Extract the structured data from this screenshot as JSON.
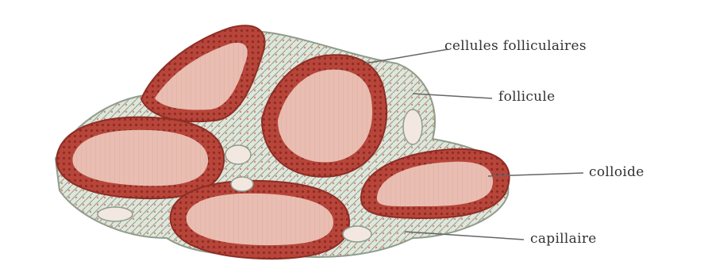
{
  "diagram": {
    "labels": {
      "cellules_folliculaires": "cellules folliculaires",
      "follicule": "follicule",
      "colloide": "colloide",
      "capillaire": "capillaire"
    },
    "colors": {
      "epithelium": "#b8453a",
      "epithelium_dark": "#8e2d25",
      "colloid": "#e9bdb1",
      "stroma": "#8f9c8b",
      "stroma_light": "#dfe6db",
      "capillary_cells": "#d88a7a",
      "leader_line": "#666666",
      "label_text": "#333333"
    }
  }
}
